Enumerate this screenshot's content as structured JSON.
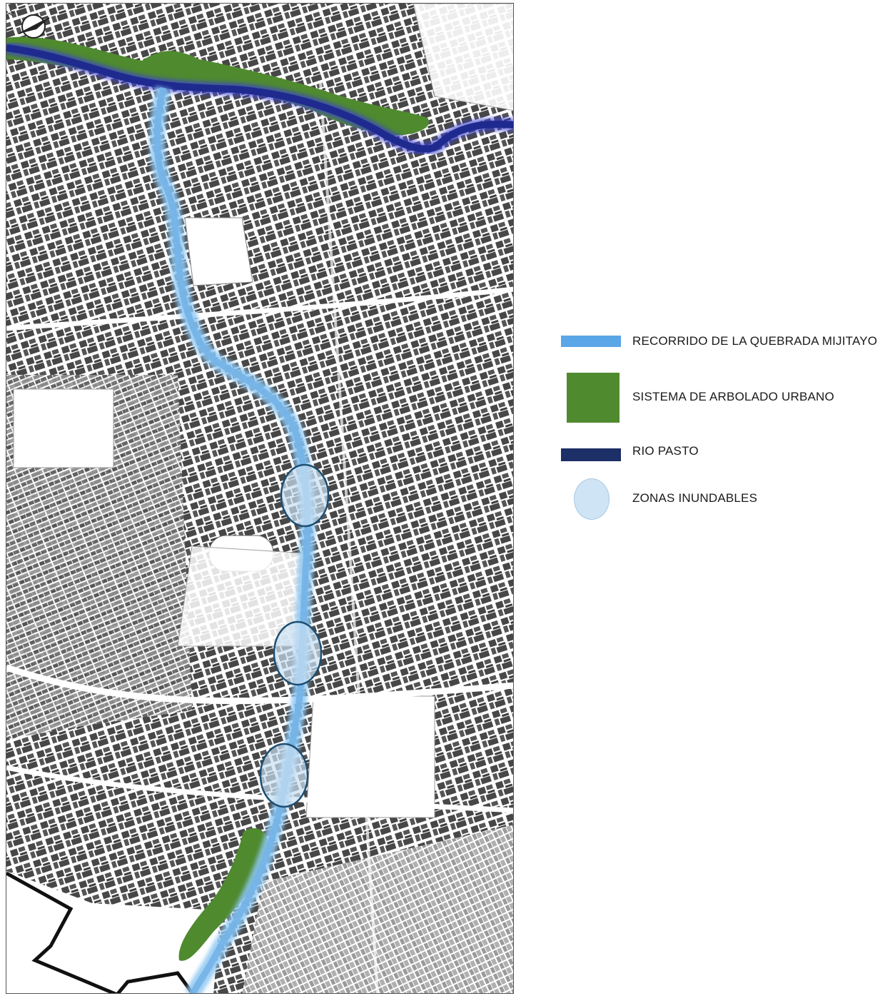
{
  "map": {
    "north_arrow_label": "N",
    "colors": {
      "stream": "#74b4e8",
      "tree_system": "#4f8a2f",
      "river": "#1f2a8f",
      "flood_zone_fill": "#c9e0f2",
      "flood_zone_stroke": "#1d4e72",
      "blocks": "#4a4a4a",
      "boundary": "#111111"
    }
  },
  "legend": {
    "items": [
      {
        "id": "stream",
        "label": "RECORRIDO DE LA QUEBRADA MIJITAYO",
        "color": "#5aa6e6",
        "icon": "blue-line-swatch"
      },
      {
        "id": "trees",
        "label": "SISTEMA DE ARBOLADO URBANO",
        "color": "#4f8a2f",
        "icon": "green-square-swatch"
      },
      {
        "id": "river",
        "label": "RIO PASTO",
        "color": "#1c2f66",
        "icon": "navy-line-swatch"
      },
      {
        "id": "flood",
        "label": "ZONAS INUNDABLES",
        "color": "#cfe4f5",
        "icon": "light-blue-circle-swatch"
      }
    ]
  }
}
